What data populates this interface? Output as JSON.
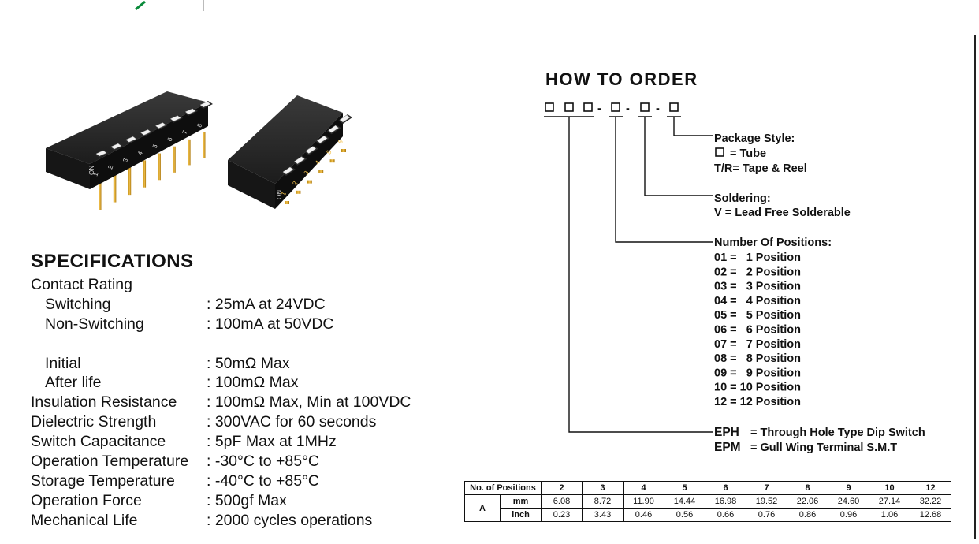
{
  "colors": {
    "accent": "#0a8a3a",
    "text": "#111111"
  },
  "specifications": {
    "title": "SPECIFICATIONS",
    "rows": [
      {
        "label": "Contact Rating",
        "value": ""
      },
      {
        "label": "Switching",
        "value": ": 25mA at 24VDC"
      },
      {
        "label": "Non-Switching",
        "value": ": 100mA at 50VDC"
      },
      {
        "label": "",
        "value": ""
      },
      {
        "label": "Initial",
        "value": ": 50mΩ Max"
      },
      {
        "label": "After life",
        "value": ": 100mΩ Max"
      },
      {
        "label": "Insulation Resistance",
        "value": ": 100mΩ Max, Min at 100VDC"
      },
      {
        "label": "Dielectric Strength",
        "value": ": 300VAC for 60 seconds"
      },
      {
        "label": "Switch Capacitance",
        "value": ": 5pF Max at 1MHz"
      },
      {
        "label": "Operation Temperature",
        "value": ": -30°C to +85°C"
      },
      {
        "label": "Storage Temperature",
        "value": ": -40°C to +85°C"
      },
      {
        "label": "Operation Force",
        "value": ": 500gf Max"
      },
      {
        "label": "Mechanical Life",
        "value": ": 2000 cycles operations"
      }
    ]
  },
  "how_to_order": {
    "title": "HOW TO ORDER",
    "separator": "-",
    "package_style": {
      "heading": "Package Style:",
      "options": [
        "= Tube",
        "T/R= Tape & Reel"
      ]
    },
    "soldering": {
      "heading": "Soldering:",
      "options": [
        "V = Lead Free Solderable"
      ]
    },
    "positions": {
      "heading": "Number Of Positions:",
      "options": [
        "01 =   1 Position",
        "02 =   2 Position",
        "03 =   3 Position",
        "04 =   4 Position",
        "05 =   5 Position",
        "06 =   6 Position",
        "07 =   7 Position",
        "08 =   8 Position",
        "09 =   9 Position",
        "10 = 10 Position",
        "12 = 12 Position"
      ]
    },
    "series": [
      {
        "code": "EPH",
        "desc": "= Through Hole Type Dip Switch"
      },
      {
        "code": "EPM",
        "desc": "= Gull Wing Terminal S.M.T"
      }
    ]
  },
  "dimension_table": {
    "header_label": "No. of Positions",
    "positions": [
      "2",
      "3",
      "4",
      "5",
      "6",
      "7",
      "8",
      "9",
      "10",
      "12"
    ],
    "dimension": "A",
    "rows": [
      {
        "unit": "mm",
        "values": [
          "6.08",
          "8.72",
          "11.90",
          "14.44",
          "16.98",
          "19.52",
          "22.06",
          "24.60",
          "27.14",
          "32.22"
        ]
      },
      {
        "unit": "inch",
        "values": [
          "0.23",
          "3.43",
          "0.46",
          "0.56",
          "0.66",
          "0.76",
          "0.86",
          "0.96",
          "1.06",
          "12.68"
        ]
      }
    ]
  },
  "photos": {
    "left_switch_labels": [
      "1",
      "2",
      "3",
      "4",
      "5",
      "6",
      "7",
      "8"
    ],
    "left_switch_on": "ON",
    "right_switch_labels": [
      "1",
      "2",
      "3",
      "4",
      "5",
      "6"
    ],
    "right_switch_on": "ON"
  }
}
